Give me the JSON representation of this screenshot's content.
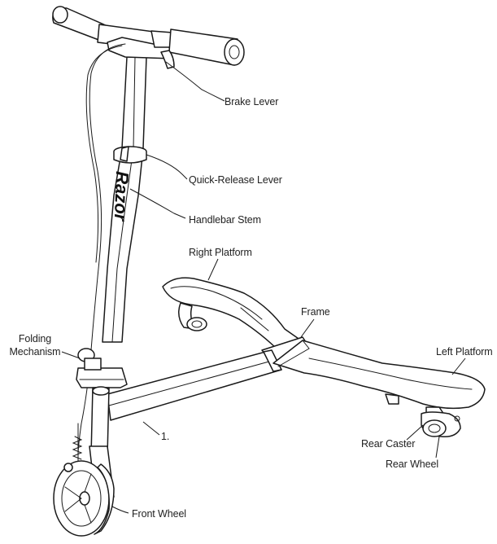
{
  "diagram": {
    "parts": {
      "brake_lever": "Brake Lever",
      "quick_release_lever": "Quick-Release Lever",
      "handlebar_stem": "Handlebar Stem",
      "right_platform": "Right Platform",
      "frame": "Frame",
      "folding_mechanism_line1": "Folding",
      "folding_mechanism_line2": "Mechanism",
      "left_platform": "Left Platform",
      "rear_caster": "Rear Caster",
      "rear_wheel": "Rear Wheel",
      "front_wheel": "Front Wheel",
      "callout_1": "1."
    },
    "brand_logo": "Razor"
  }
}
